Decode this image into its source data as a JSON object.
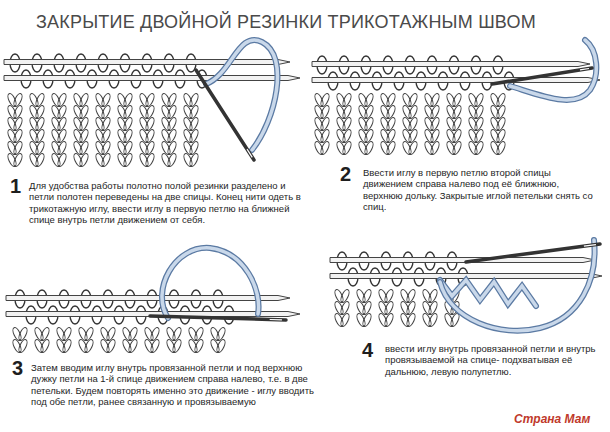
{
  "diagram": {
    "title": "ЗАКРЫТИЕ ДВОЙНОЙ РЕЗИНКИ ТРИКОТАЖНЫМ ШВОМ",
    "labels": [
      "1",
      "Для удобства работы полотно полой резинки разделено и петли полотен переведены на две спицы. Конец нити одеть в трикотажную иглу, ввести иглу в первую петлю на ближней спице внутрь петли движением от себя.",
      "2",
      "Ввести иглу в первую петлю второй спицы движением справа налево под её ближнюю, верхнюю дольку. Закрытые иглой петельки снять со спиц.",
      "3",
      "Затем вводим иглу внутрь провязанной петли и под верхнюю дужку петли на 1-й спице движением справа налево, т.е. в две петельки. Будем повторять именно это движение - иглу вводить под обе петли, ранее связанную и провязываемую",
      "4",
      "ввести иглу внутрь провязанной петли и внутрь провязываемой на спице- подхватывая её дальнюю, левую полупетлю.",
      "Страна Мам"
    ]
  }
}
